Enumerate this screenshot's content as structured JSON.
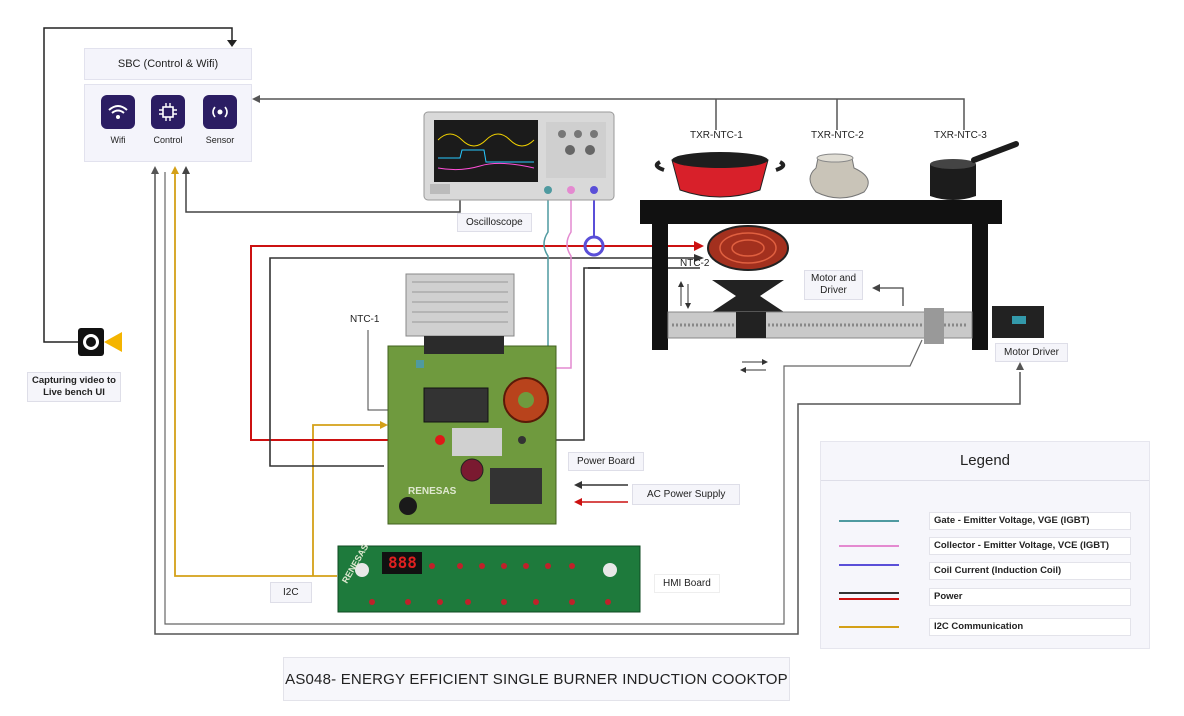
{
  "sbc": {
    "title": "SBC (Control & Wifi)",
    "items": [
      {
        "label": "Wifi",
        "icon": "wifi-icon"
      },
      {
        "label": "Control",
        "icon": "chip-icon"
      },
      {
        "label": "Sensor",
        "icon": "sensor-icon"
      }
    ]
  },
  "camera": {
    "icon": "camera-icon",
    "caption_line1": "Capturing  video to",
    "caption_line2": "Live bench UI"
  },
  "labels": {
    "oscilloscope": "Oscilloscope",
    "txr_ntc_1": "TXR-NTC-1",
    "txr_ntc_2": "TXR-NTC-2",
    "txr_ntc_3": "TXR-NTC-3",
    "ntc_1": "NTC-1",
    "ntc_2": "NTC-2",
    "motor_and_driver_line1": "Motor and",
    "motor_and_driver_line2": "Driver",
    "motor_driver": "Motor Driver",
    "power_board": "Power Board",
    "ac_power_supply": "AC Power Supply",
    "i2c": "I2C",
    "hmi_board": "HMI Board",
    "renesas": "RENESAS",
    "display_digits": "888"
  },
  "legend": {
    "title": "Legend",
    "entries": [
      {
        "label": "Gate - Emitter Voltage, VGE (IGBT)",
        "color": "#4f9aa0"
      },
      {
        "label": "Collector - Emitter Voltage, VCE (IGBT)",
        "color": "#e48ad0"
      },
      {
        "label": "Coil Current (Induction Coil)",
        "color": "#5a4fd8"
      },
      {
        "label": "Power",
        "color": "#333333",
        "color2": "#cc1111"
      },
      {
        "label": "I2C Communication",
        "color": "#d4a017"
      }
    ]
  },
  "title": "AS048- ENERGY EFFICIENT SINGLE  BURNER INDUCTION COOKTOP"
}
